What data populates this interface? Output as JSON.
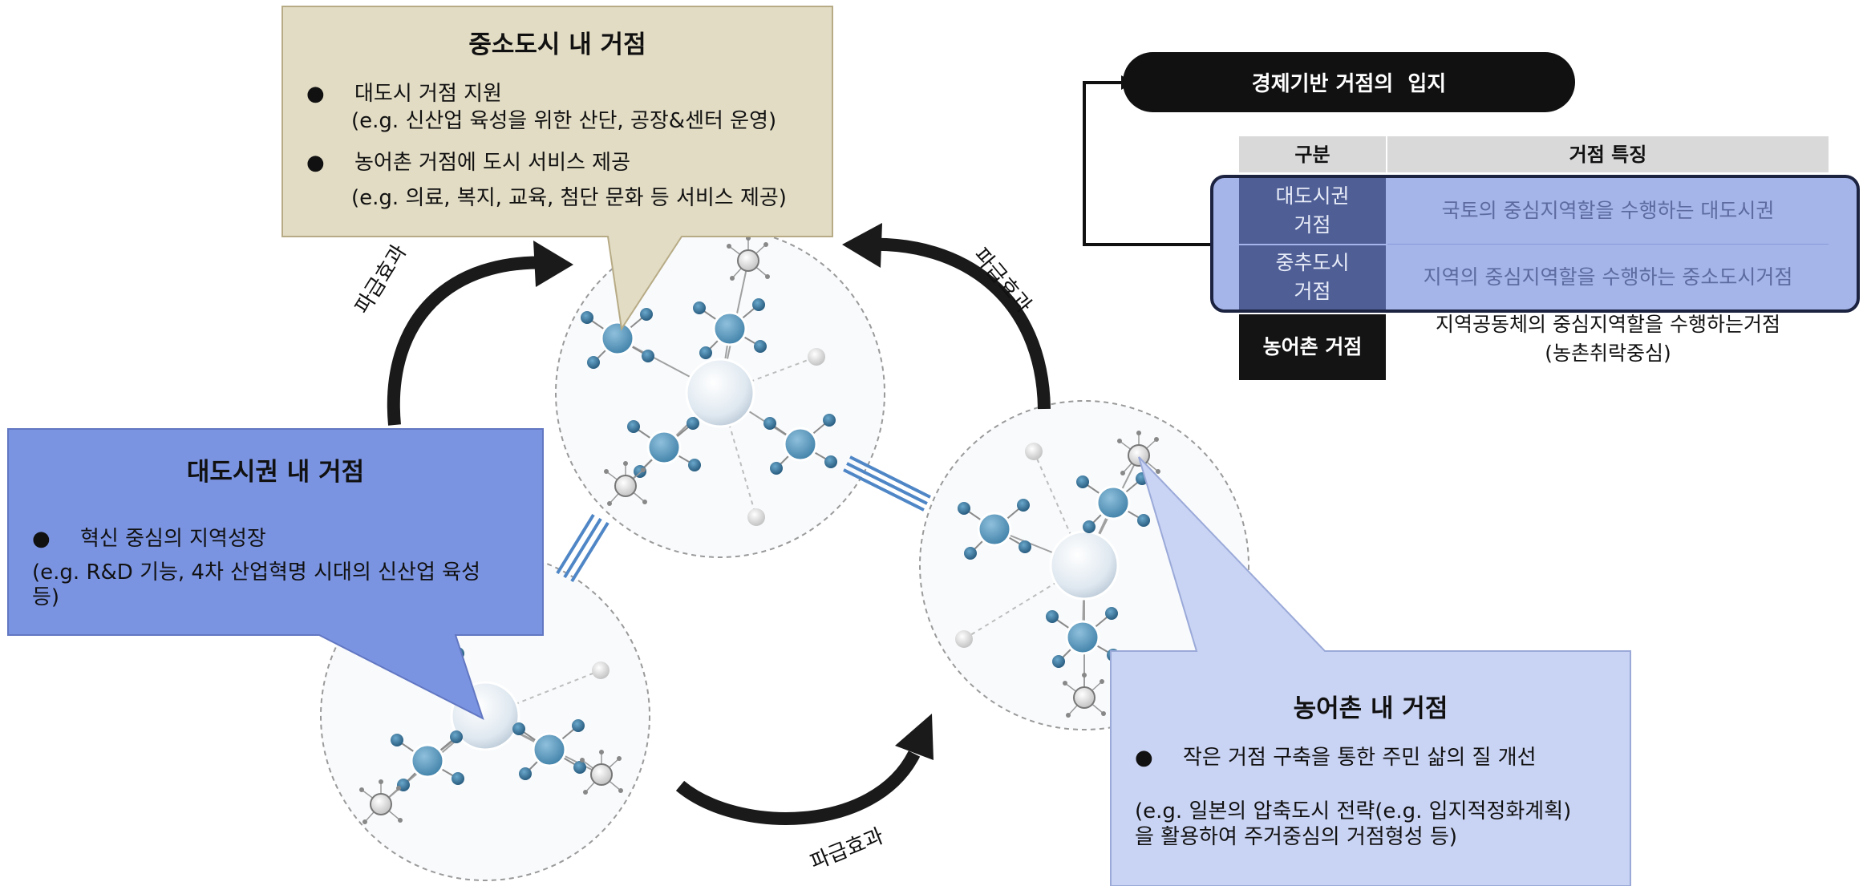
{
  "colors": {
    "metro_box": "#7b94e2",
    "small_city_box": "#e2dcc4",
    "rural_box": "#c9d3f3",
    "pill": "#111111",
    "table_header": "#d9d9d9",
    "table_dark_col": "#4f5f96",
    "table_light": "#a5b5ea",
    "table_black": "#141414"
  },
  "callouts": {
    "small_city": {
      "title": "중소도시 내 거점",
      "bullet1": "대도시 거점 지원",
      "sub1": "(e.g. 신산업 육성을 위한 산단, 공장&센터 운영)",
      "bullet2": "농어촌 거점에 도시 서비스 제공",
      "sub2": "(e.g. 의료, 복지, 교육, 첨단 문화 등 서비스 제공)"
    },
    "metro": {
      "title": "대도시권 내 거점",
      "bullet1": "혁신 중심의 지역성장",
      "sub1_line1": "(e.g. R&D 기능, 4차 산업혁명 시대의 신산업 육성",
      "sub1_line2": "등)"
    },
    "rural": {
      "title": "농어촌 내 거점",
      "bullet1": "작은 거점 구축을 통한 주민 삶의 질 개선",
      "sub1_line1": "(e.g. 일본의 압축도시 전략(e.g. 입지적정화계획)",
      "sub1_line2": "을 활용하여 주거중심의 거점형성 등)"
    }
  },
  "bullet_char": "●",
  "flow_labels": [
    "파급효과",
    "파급효과",
    "파급효과"
  ],
  "pill_title": "경제기반 거점의  입지",
  "table": {
    "headers": [
      "구분",
      "거점 특징"
    ],
    "rows": [
      {
        "name_line1": "대도시권",
        "name_line2": "거점",
        "desc_line1": "국토의 중심지역할을 수행하는 대도시권",
        "desc_line2": ""
      },
      {
        "name_line1": "중추도시",
        "name_line2": "거점",
        "desc_line1": "지역의 중심지역할을 수행하는 중소도시거점",
        "desc_line2": ""
      },
      {
        "name_line1": "농어촌 거점",
        "name_line2": "",
        "desc_line1": "지역공동체의 중심지역할을 수행하는거점",
        "desc_line2": "(농촌취락중심)"
      }
    ]
  }
}
